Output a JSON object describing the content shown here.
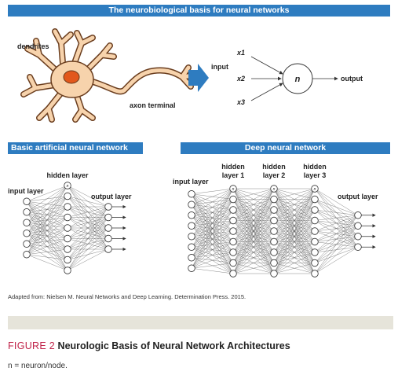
{
  "banners": {
    "top": "The neurobiological basis for neural networks",
    "basic": "Basic artificial neural network",
    "deep": "Deep neural network"
  },
  "neuron_labels": {
    "dendrites": "dendrites",
    "axon": "axon terminal"
  },
  "perceptron": {
    "input_label": "input",
    "inputs": [
      "x1",
      "x2",
      "x3"
    ],
    "node": "n",
    "output_label": "output"
  },
  "basic_nn": {
    "input_label": "input layer",
    "hidden_label": "hidden layer",
    "output_label": "output layer",
    "node_marker": "n",
    "layers": [
      6,
      9,
      5
    ]
  },
  "deep_nn": {
    "input_label": "input layer",
    "hidden_labels": [
      {
        "line1": "hidden",
        "line2": "layer 1"
      },
      {
        "line1": "hidden",
        "line2": "layer 2"
      },
      {
        "line1": "hidden",
        "line2": "layer 3"
      }
    ],
    "output_label": "output layer",
    "node_marker": "n",
    "layers": [
      8,
      9,
      9,
      9,
      4
    ]
  },
  "credit": "Adapted from: Nielsen M. Neural Networks and Deep Learning. Determination Press. 2015.",
  "figure": {
    "label": "FIGURE 2",
    "caption": "Neurologic Basis of Neural Network Architectures"
  },
  "note": "n = neuron/node.",
  "colors": {
    "banner": "#2e7cc0",
    "neuron_body": "#f7d3ac",
    "nucleus": "#e2581c",
    "arrow": "#2e7cc0",
    "figure_label": "#c0244a",
    "gray_bar": "#e6e4da"
  }
}
